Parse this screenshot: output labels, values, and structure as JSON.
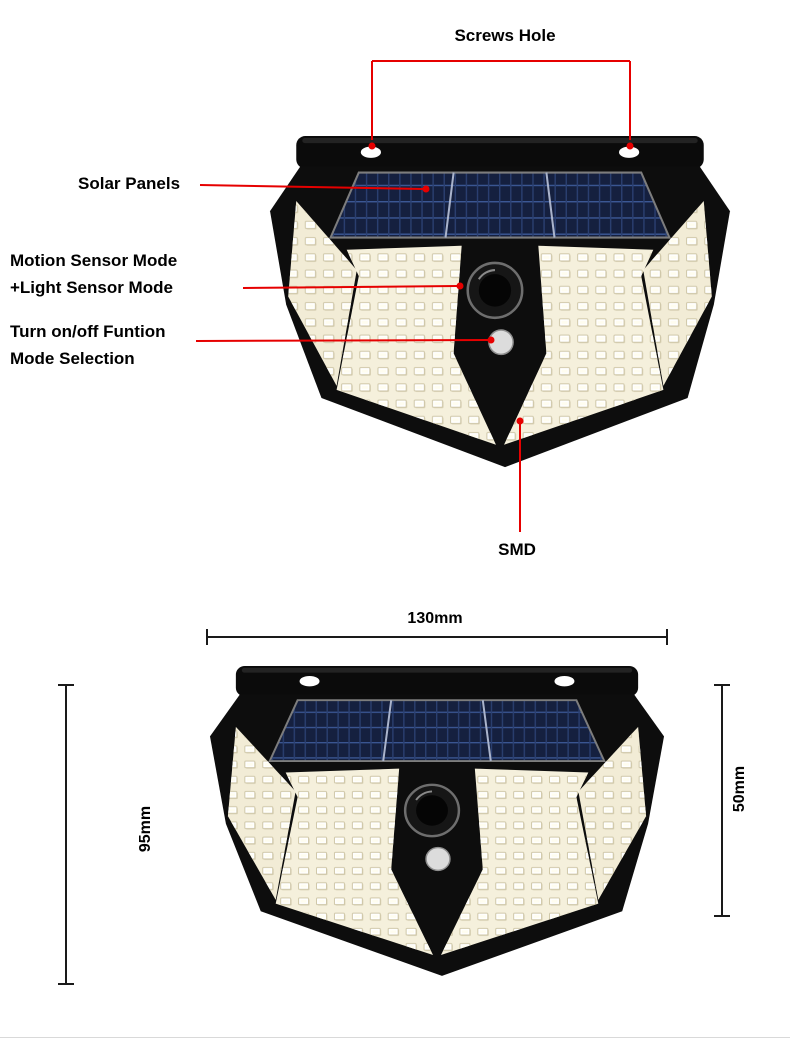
{
  "colors": {
    "annotation_red": "#e60000",
    "dimension_line": "#1a1a1a",
    "lamp_body": "#0d0d0d",
    "solar_panel": "#15203f",
    "led_panel": "#f2ecd6"
  },
  "top_view": {
    "labels": {
      "screws_hole": "Screws Hole",
      "solar_panels": "Solar Panels",
      "motion_sensor_line1": "Motion Sensor Mode",
      "motion_sensor_line2": "+Light Sensor Mode",
      "mode_button_line1": "Turn on/off Funtion",
      "mode_button_line2": "Mode Selection",
      "smd": "SMD"
    }
  },
  "bottom_view": {
    "dimensions": {
      "width": "130mm",
      "total_height": "95mm",
      "side_height": "50mm"
    }
  }
}
